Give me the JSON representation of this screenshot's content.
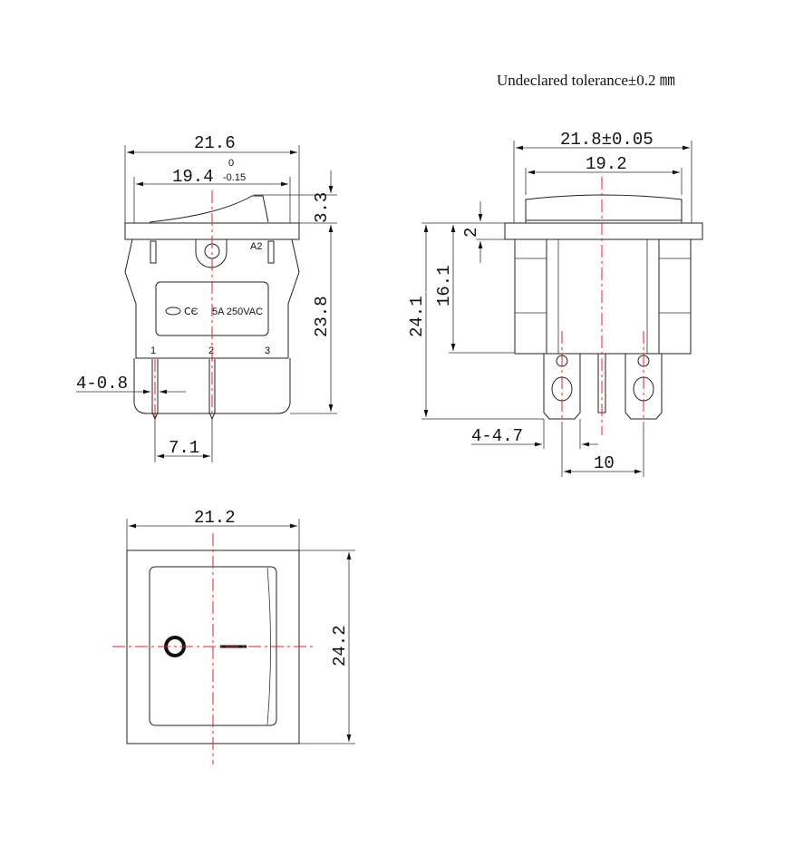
{
  "note": "Undeclared tolerance±0.2 ㎜",
  "front_view": {
    "width_overall": "21.6",
    "width_body": "19.4",
    "tol_upper": "0",
    "tol_lower": "-0.15",
    "rocker_height": "3.3",
    "body_height": "23.8",
    "pin_width": "4-0.8",
    "pin_pitch": "7.1",
    "marking": "A2",
    "rating": "5A 250VAC",
    "pins": [
      "1",
      "2",
      "3"
    ]
  },
  "side_view": {
    "width_flange": "21.8±0.05",
    "width_button": "19.2",
    "flange_thickness": "2",
    "body_depth": "16.1",
    "overall_depth": "24.1",
    "tab_width": "4-4.7",
    "tab_pitch": "10"
  },
  "top_view": {
    "width": "21.2",
    "height": "24.2"
  },
  "colors": {
    "line": "#222222",
    "centerline": "#e8202a"
  }
}
